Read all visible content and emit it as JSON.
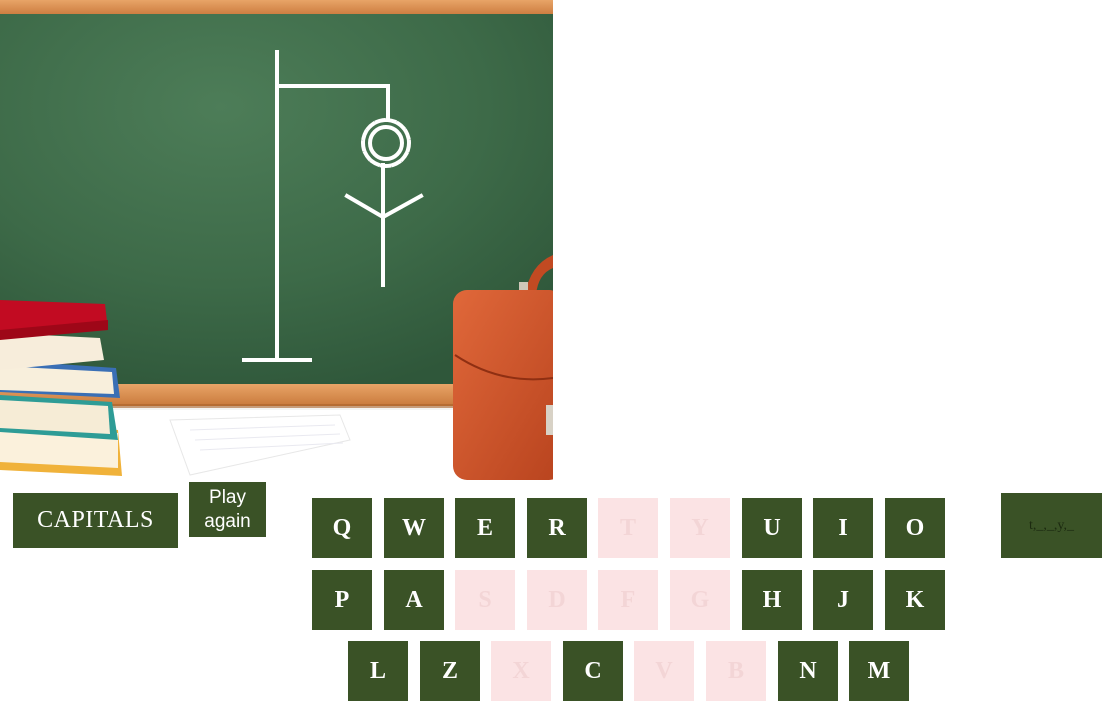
{
  "category": {
    "label": "CAPITALS"
  },
  "play_again": {
    "line1": "Play",
    "line2": "again"
  },
  "word_display": {
    "text": "t,_,_,y,_"
  },
  "keyboard": {
    "rows": [
      [
        {
          "letter": "Q",
          "used": false
        },
        {
          "letter": "W",
          "used": false
        },
        {
          "letter": "E",
          "used": false
        },
        {
          "letter": "R",
          "used": false
        },
        {
          "letter": "T",
          "used": true
        },
        {
          "letter": "Y",
          "used": true
        },
        {
          "letter": "U",
          "used": false
        },
        {
          "letter": "I",
          "used": false
        },
        {
          "letter": "O",
          "used": false
        }
      ],
      [
        {
          "letter": "P",
          "used": false
        },
        {
          "letter": "A",
          "used": false
        },
        {
          "letter": "S",
          "used": true
        },
        {
          "letter": "D",
          "used": true
        },
        {
          "letter": "F",
          "used": true
        },
        {
          "letter": "G",
          "used": true
        },
        {
          "letter": "H",
          "used": false
        },
        {
          "letter": "J",
          "used": false
        },
        {
          "letter": "K",
          "used": false
        }
      ],
      [
        {
          "letter": "L",
          "used": false
        },
        {
          "letter": "Z",
          "used": false
        },
        {
          "letter": "X",
          "used": true
        },
        {
          "letter": "C",
          "used": false
        },
        {
          "letter": "V",
          "used": true
        },
        {
          "letter": "B",
          "used": true
        },
        {
          "letter": "N",
          "used": false
        },
        {
          "letter": "M",
          "used": false
        }
      ]
    ]
  },
  "colors": {
    "key_active": "#3a5226",
    "key_used": "#fbe3e4",
    "board": "#3f6b4a",
    "frame": "#d9894a"
  }
}
